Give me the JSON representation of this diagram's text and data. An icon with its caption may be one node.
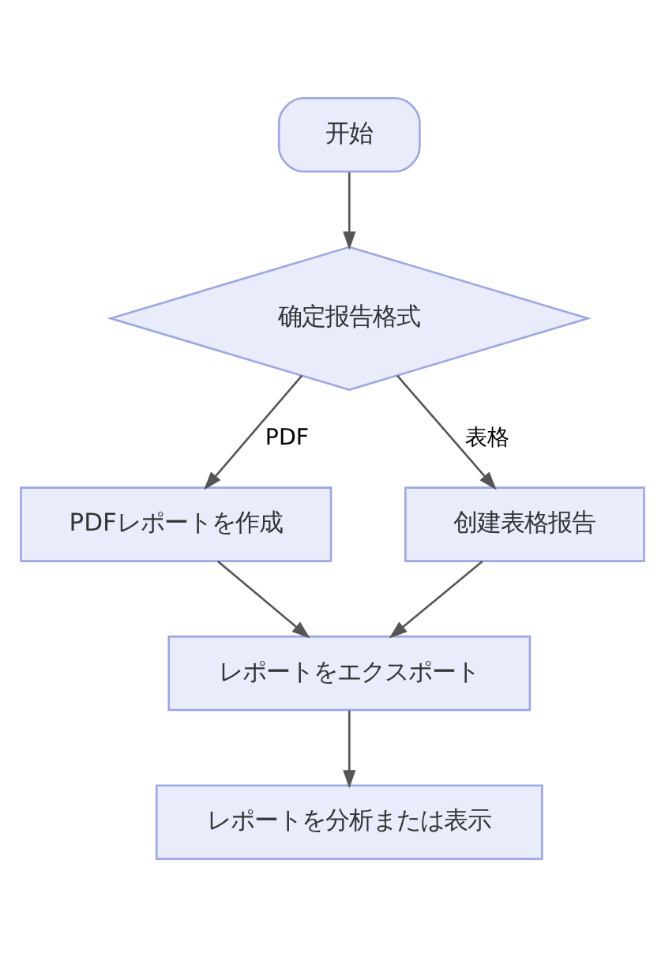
{
  "diagram": {
    "nodes": [
      {
        "text": [
          "开始"
        ]
      },
      {
        "text": [
          "确定报告格式"
        ]
      },
      {
        "text": [
          "PDFレポートを作成"
        ]
      },
      {
        "text": [
          "创建表格报告"
        ]
      },
      {
        "text": [
          "レポートをエクスポート"
        ]
      },
      {
        "text": [
          "レポートを分析または表示"
        ]
      }
    ],
    "edges": [
      {
        "from": 0,
        "to": 1,
        "arrow": "to"
      },
      {
        "from": 1,
        "to": 2,
        "arrow": "to",
        "label": "PDF"
      },
      {
        "from": 1,
        "to": 3,
        "arrow": "to",
        "label": "表格"
      },
      {
        "from": 2,
        "to": 4,
        "arrow": "to"
      },
      {
        "from": 3,
        "to": 4,
        "arrow": "to"
      },
      {
        "from": 4,
        "to": 5,
        "arrow": "to"
      }
    ]
  }
}
